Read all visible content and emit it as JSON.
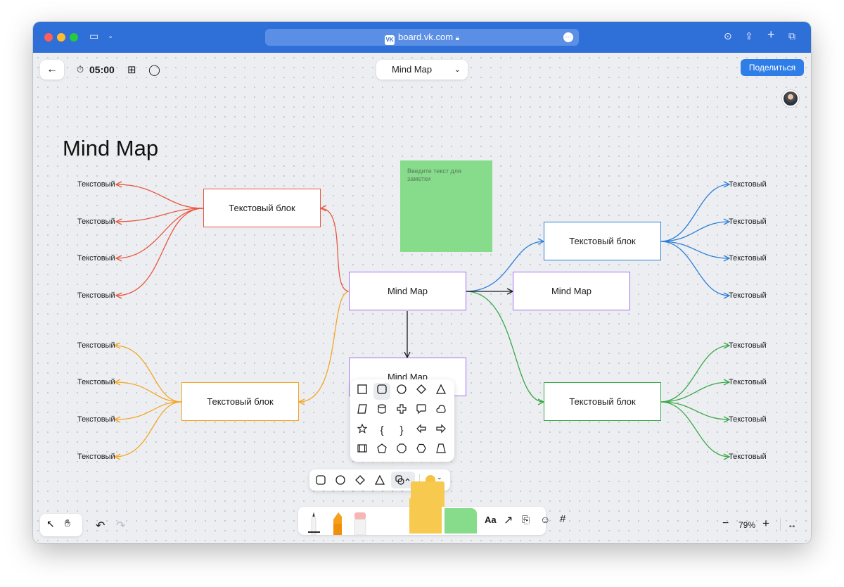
{
  "browser": {
    "url": "board.vk.com",
    "url_badge": "VK"
  },
  "toolbar": {
    "back_icon": "arrow-left-icon",
    "timer": "05:00",
    "board_name": "Mind Map",
    "share_label": "Поделиться"
  },
  "canvas": {
    "title": "Mind Map",
    "sticky_text": "Введите текст для заметки",
    "nodes": {
      "center": "Mind Map",
      "right_child": "Mind Map",
      "bottom_child": "Mind Map",
      "red": "Текстовый блок",
      "orange": "Текстовый блок",
      "blue": "Текстовый блок",
      "green": "Текстовый блок"
    },
    "leaf_text": "Текстовый",
    "colors": {
      "red": "#e9573f",
      "orange": "#f5a623",
      "blue": "#2d7fd8",
      "green": "#3aa847",
      "purple": "#a66cf0",
      "sticky": "#86dc8b",
      "accent": "#2f7ee8"
    }
  },
  "shape_panel": {
    "rows": [
      [
        "square",
        "rounded-square",
        "circle",
        "diamond",
        "triangle"
      ],
      [
        "parallelogram",
        "cylinder",
        "cross",
        "speech-bubble",
        "cloud"
      ],
      [
        "star",
        "{",
        "}",
        "arrow-left-shape",
        "arrow-right-shape"
      ],
      [
        "process",
        "pentagon",
        "octagon",
        "hexagon",
        "trapezoid"
      ]
    ]
  },
  "shape_bar": {
    "items": [
      "rounded-square",
      "circle",
      "diamond",
      "triangle",
      "shapes-menu"
    ]
  },
  "bottom": {
    "text_tool": "Aa",
    "zoom": "79%"
  }
}
